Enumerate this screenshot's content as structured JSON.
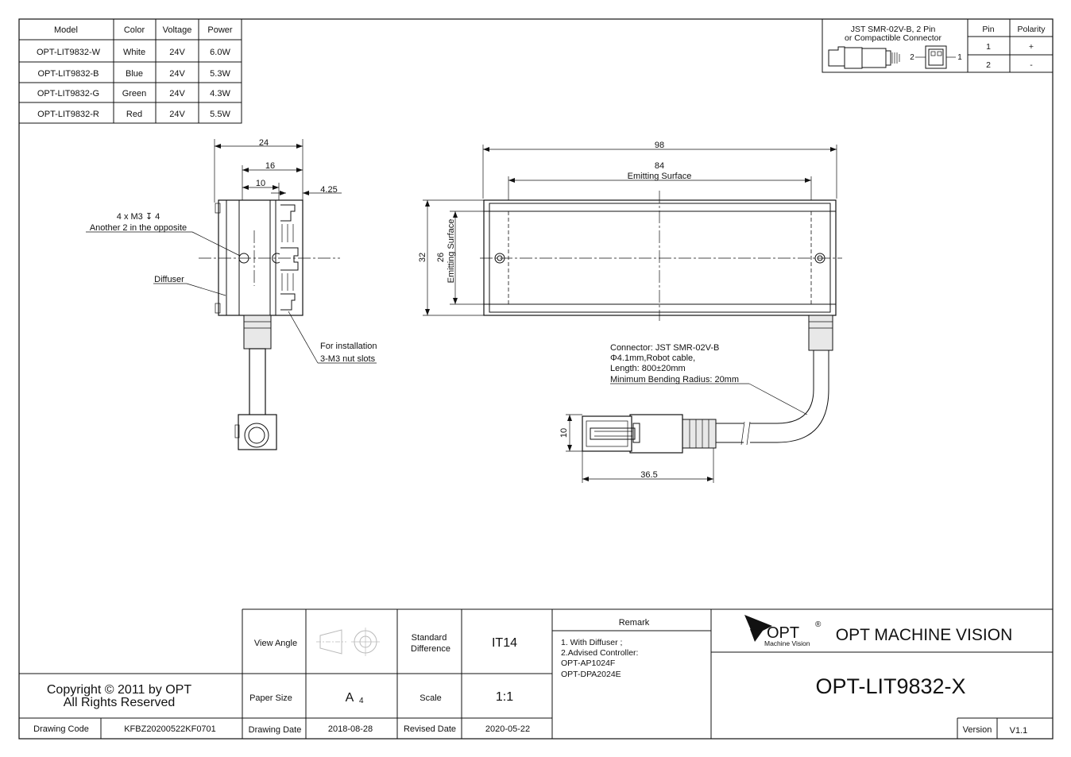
{
  "spec_table": {
    "headers": [
      "Model",
      "Color",
      "Voltage",
      "Power"
    ],
    "rows": [
      [
        "OPT-LIT9832-W",
        "White",
        "24V",
        "6.0W"
      ],
      [
        "OPT-LIT9832-B",
        "Blue",
        "24V",
        "5.3W"
      ],
      [
        "OPT-LIT9832-G",
        "Green",
        "24V",
        "4.3W"
      ],
      [
        "OPT-LIT9832-R",
        "Red",
        "24V",
        "5.5W"
      ]
    ]
  },
  "connector_table": {
    "title_line1": "JST SMR-02V-B, 2 Pin",
    "title_line2": "or Compactible Connector",
    "headers": [
      "Pin",
      "Polarity"
    ],
    "rows": [
      [
        "1",
        "+"
      ],
      [
        "2",
        "-"
      ]
    ],
    "pin_label_left": "2",
    "pin_label_right": "1"
  },
  "side_view": {
    "dim_overall": "24",
    "dim_mid": "16",
    "dim_small": "10",
    "dim_offset": "4.25",
    "note_holes_line1": "4 x M3 ↧ 4",
    "note_holes_line2": "Another 2 in the opposite",
    "note_diffuser": "Diffuser",
    "note_install_line1": "For installation",
    "note_install_line2": "3-M3 nut slots"
  },
  "front_view": {
    "dim_length": "98",
    "dim_emit_length": "84",
    "label_emit_top": "Emitting Surface",
    "dim_height": "32",
    "dim_emit_height": "26",
    "label_emit_side": "Emitting Surface",
    "connector_note_1": "Connector: JST SMR-02V-B",
    "connector_note_2": "Φ4.1mm,Robot cable,",
    "connector_note_3": "Length: 800±20mm",
    "connector_note_4": "Minimum Bending Radius: 20mm",
    "dim_connector_h": "10",
    "dim_connector_len": "36.5"
  },
  "title_block": {
    "view_angle_label": "View Angle",
    "standard_label_1": "Standard",
    "standard_label_2": "Difference",
    "standard_value": "IT14",
    "paper_size_label": "Paper Size",
    "paper_size_value": "A",
    "paper_size_sub": "4",
    "scale_label": "Scale",
    "scale_value": "1:1",
    "drawing_date_label": "Drawing Date",
    "drawing_date_value": "2018-08-28",
    "revised_date_label": "Revised Date",
    "revised_date_value": "2020-05-22",
    "remark_label": "Remark",
    "remark_1": "1. With Diffuser ;",
    "remark_2": "2.Advised Controller:",
    "remark_3": "OPT-AP1024F",
    "remark_4": "OPT-DPA2024E",
    "logo_text": "OPT",
    "logo_reg": "®",
    "logo_sub": "Machine Vision",
    "company": "OPT MACHINE VISION",
    "part_number": "OPT-LIT9832-X",
    "version_label": "Version",
    "version_value": "V1.1",
    "copyright_1": "Copyright © 2011 by OPT",
    "copyright_2": "All Rights Reserved",
    "drawing_code_label": "Drawing Code",
    "drawing_code_value": "KFBZ20200522KF0701"
  }
}
